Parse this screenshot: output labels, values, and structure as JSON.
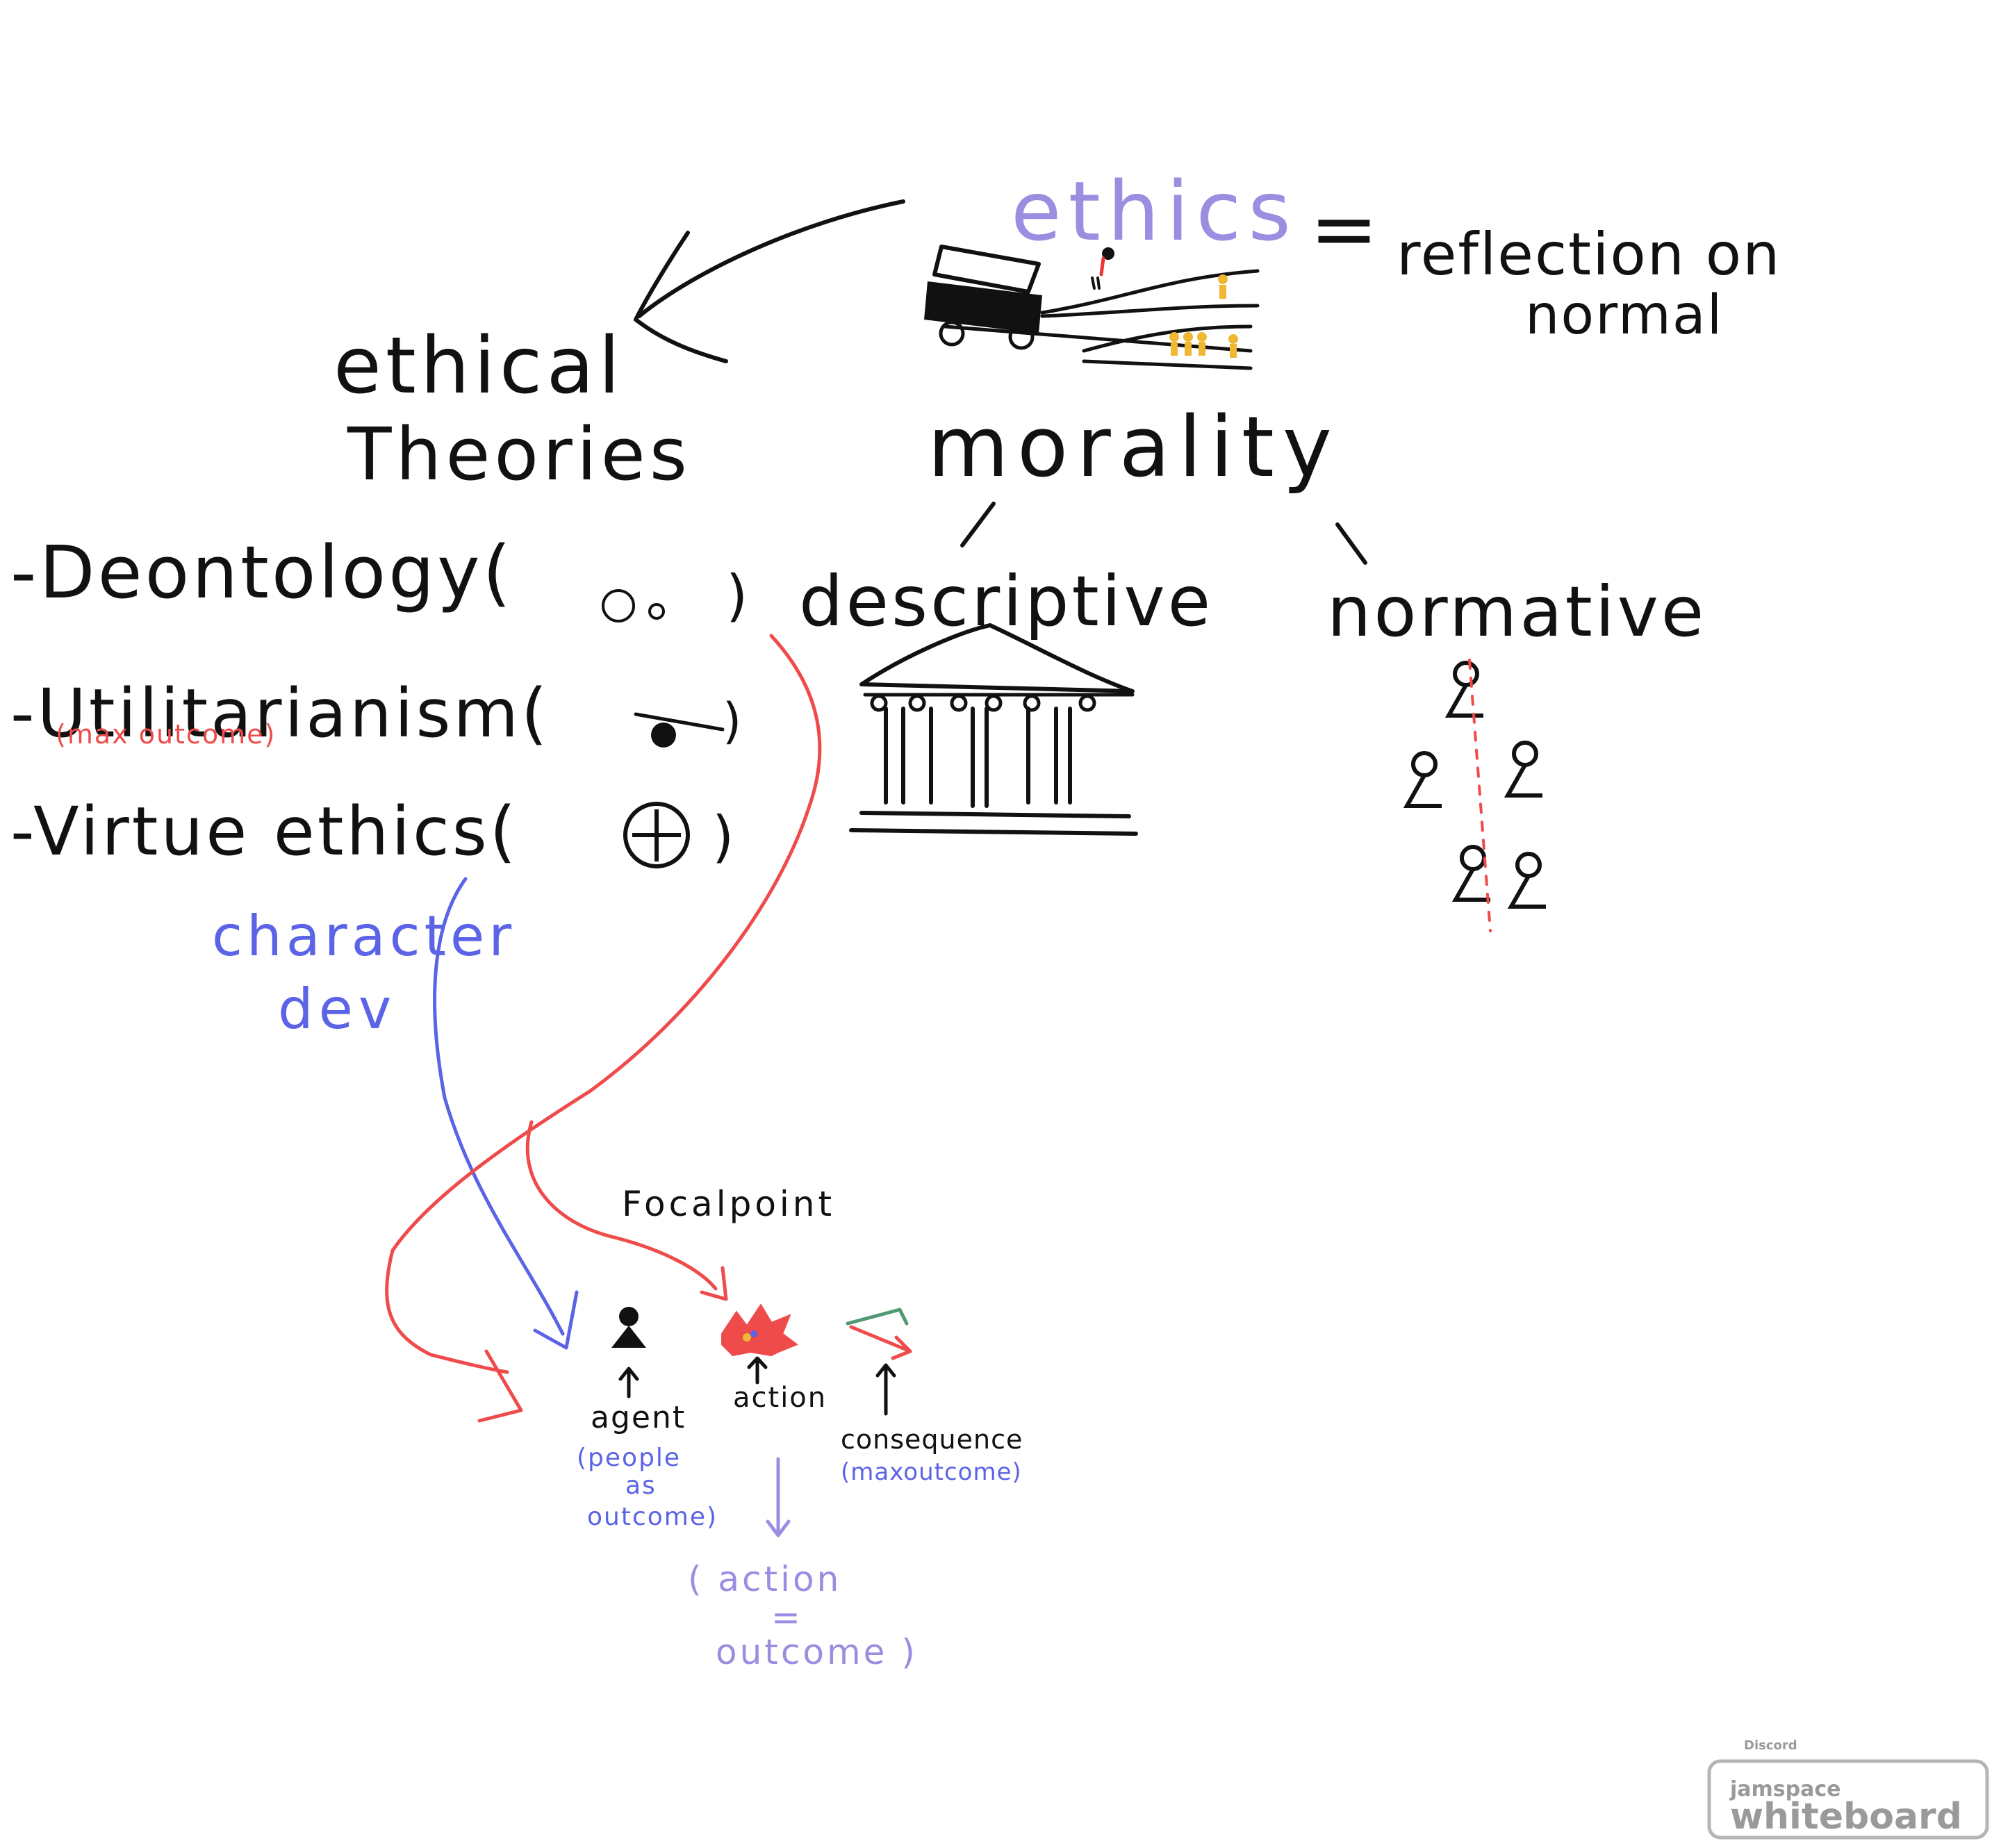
{
  "colors": {
    "ink": "#111111",
    "ethics_purple": "#9b8de0",
    "character_blue": "#5b63e6",
    "deontology_red": "#ef4b4b",
    "consequence_green": "#4f9a73",
    "figure_orange": "#f0b733",
    "badge_gray": "#9a9a9a"
  },
  "title": {
    "ethics": "ethics",
    "equals": "=",
    "reflection_line1": "reflection on",
    "reflection_line2": "normal"
  },
  "branches": {
    "ethical_theories_line1": "ethical",
    "ethical_theories_line2": "Theories",
    "morality": "morality",
    "descriptive": "descriptive",
    "normative": "normative"
  },
  "theories": {
    "deontology": "-Deontology(",
    "utilitarianism": "-Utilitarianism(",
    "utilitarianism_note": "(max outcome)",
    "virtue": "-Virtue ethics(",
    "close_paren": ")"
  },
  "character_dev": {
    "line1": "character",
    "line2": "dev"
  },
  "focal": {
    "title": "Focalpoint",
    "agent": "agent",
    "agent_note_1": "(people",
    "agent_note_2": "as",
    "agent_note_3": "outcome)",
    "action": "action",
    "consequence": "consequence",
    "consequence_note": "(maxoutcome)",
    "action_note_1": "( action",
    "action_note_2": "=",
    "action_note_3": "outcome )"
  },
  "icons": {
    "trolley": "trolley-problem-icon",
    "temple": "temple-icon",
    "people": "people-icon",
    "agent": "person-icon",
    "action": "explosion-icon",
    "consequence": "arrow-icon"
  },
  "badge": {
    "discord": "Discord",
    "brand_small": "jamspace",
    "brand_large": "whiteboard"
  }
}
